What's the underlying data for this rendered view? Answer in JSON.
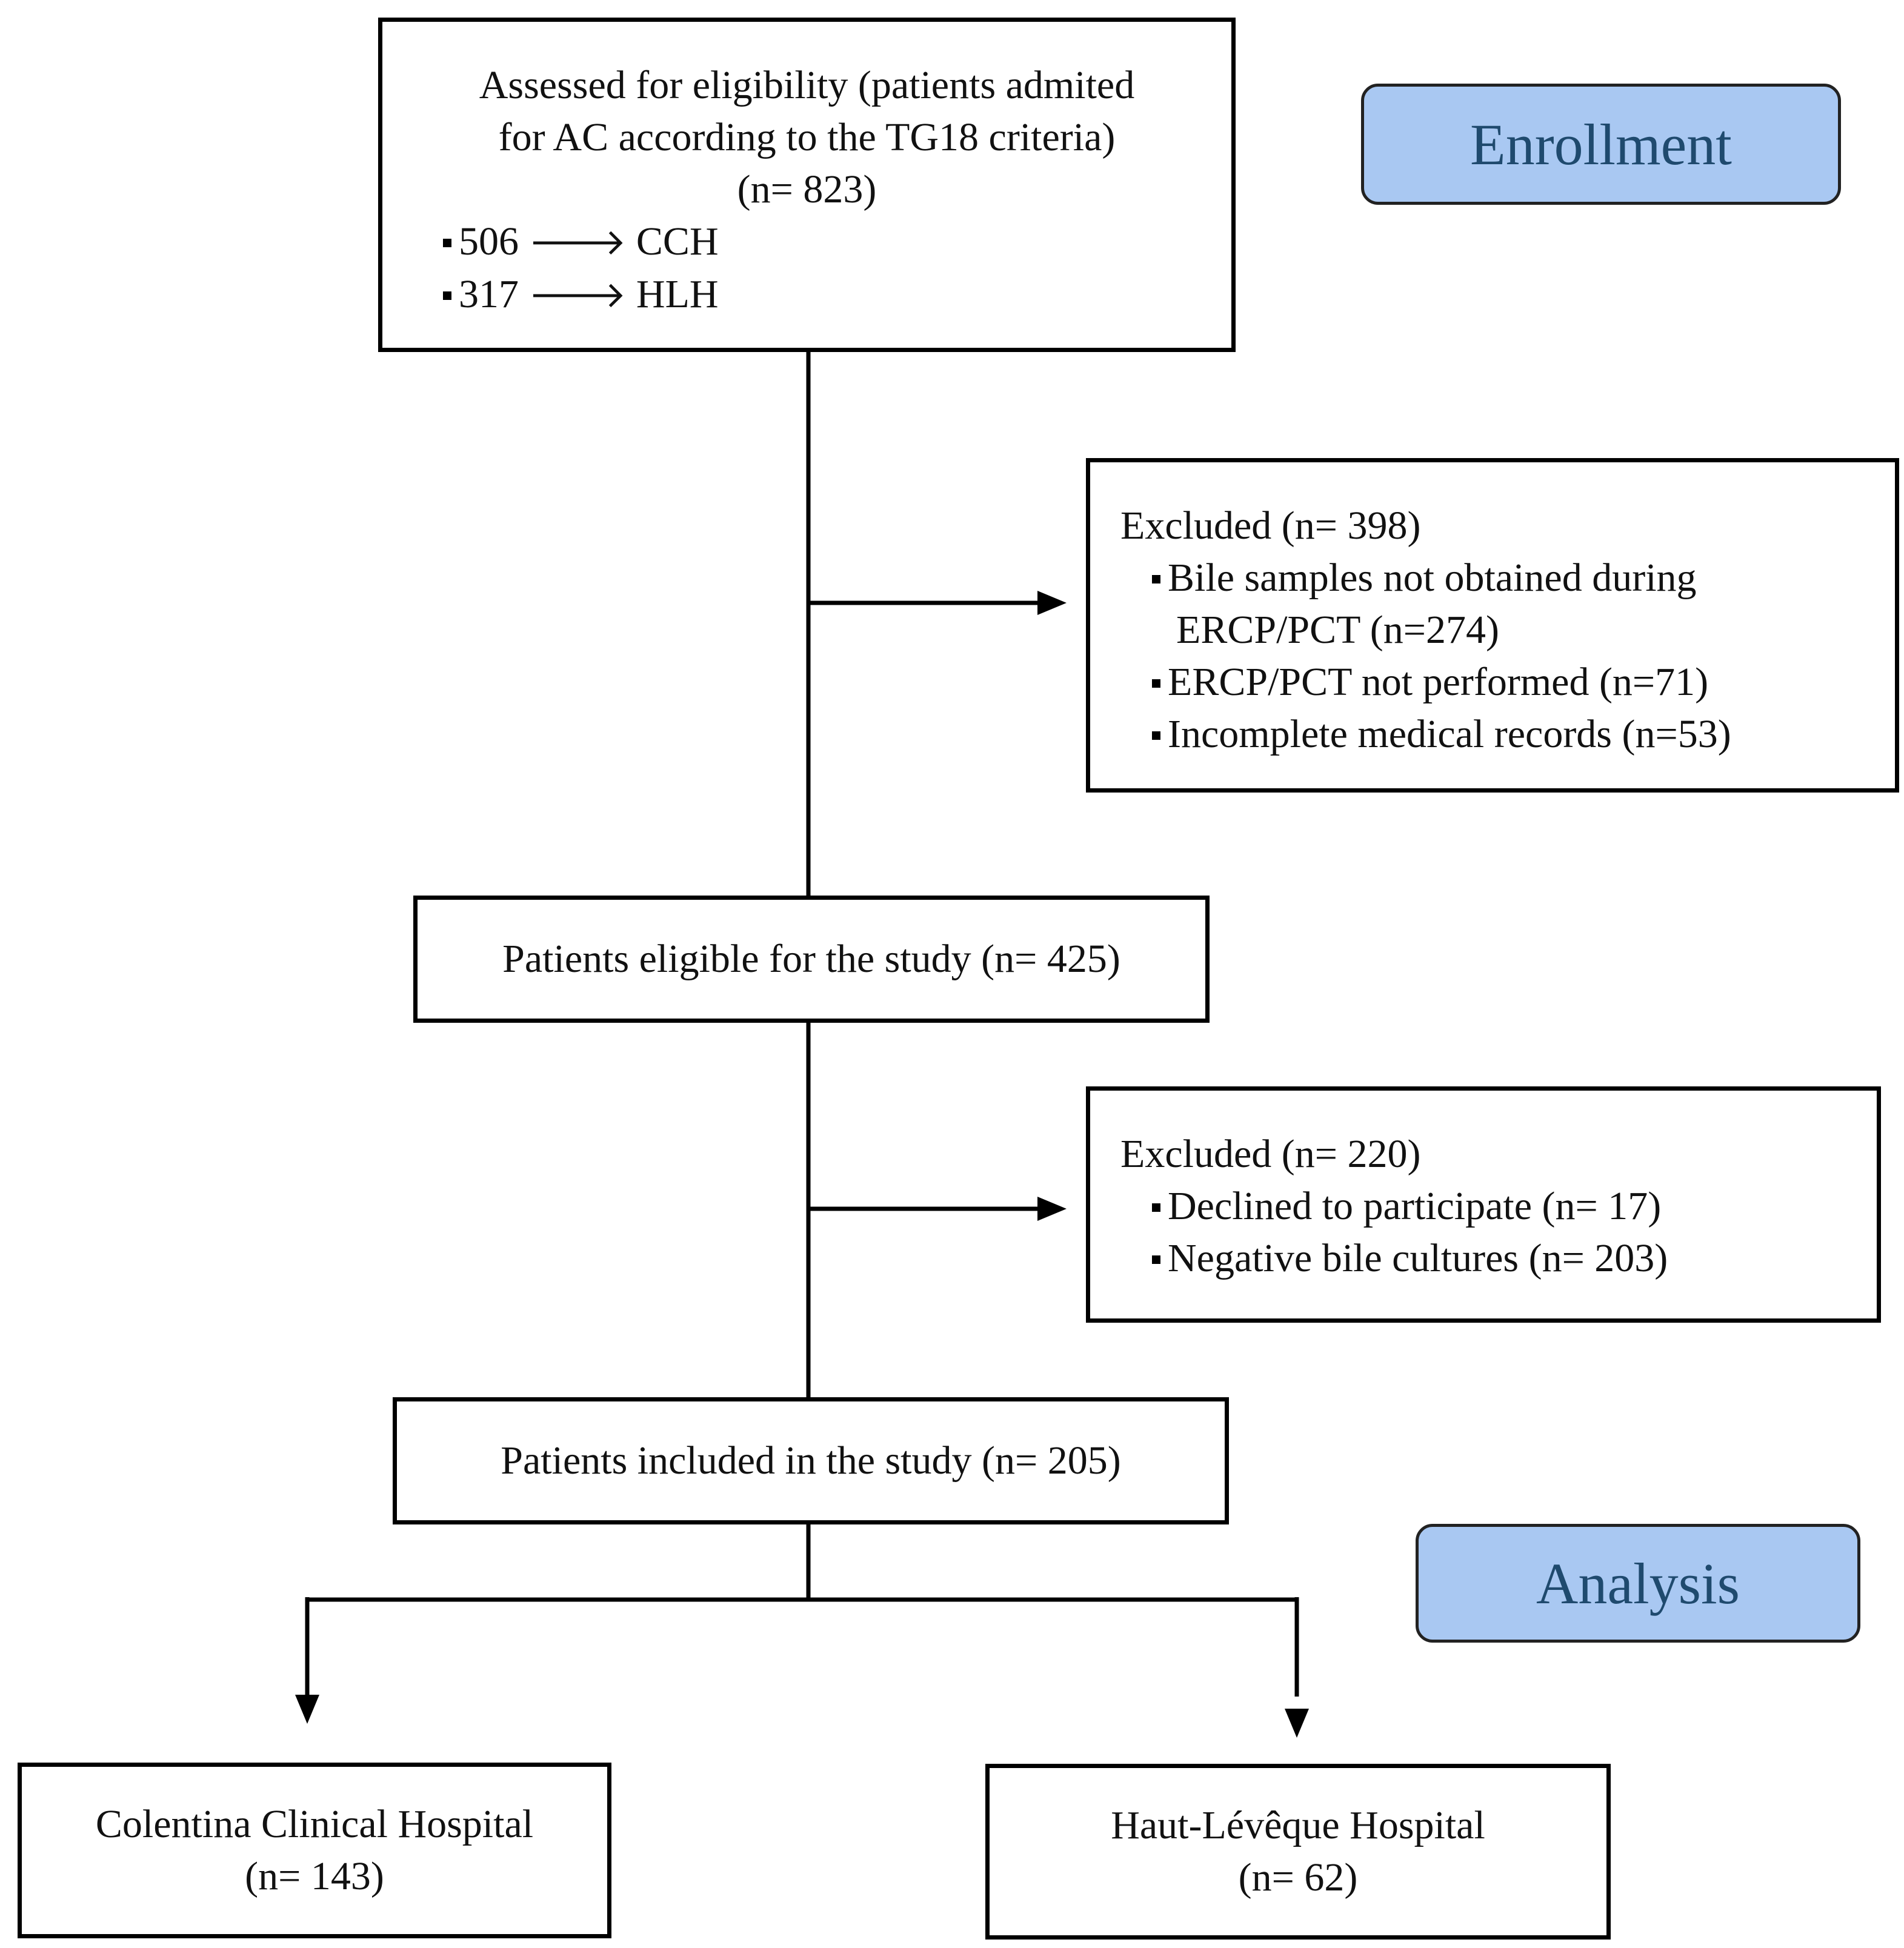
{
  "assessed": {
    "line1": "Assessed for eligibility (patients admited",
    "line2": "for AC according to the TG18 criteria)",
    "line3": "(n= 823)",
    "items": [
      {
        "count": "506",
        "arrow": "🡒",
        "label": "CCH"
      },
      {
        "count": "317",
        "arrow": "🡒",
        "label": "HLH"
      }
    ]
  },
  "stages": {
    "enrollment": "Enrollment",
    "analysis": "Analysis"
  },
  "excluded1": {
    "title": "Excluded  (n= 398)",
    "item1_line1": "Bile samples not obtained during",
    "item1_line2": "ERCP/PCT (n=274)",
    "item2": "ERCP/PCT not performed (n=71)",
    "item3": "Incomplete medical records (n=53)"
  },
  "eligible": {
    "text": "Patients eligible for the study (n= 425)"
  },
  "excluded2": {
    "title": "Excluded  (n= 220)",
    "item1": "Declined to participate (n= 17)",
    "item2": "Negative bile cultures (n= 203)"
  },
  "included": {
    "text": "Patients included in the study (n= 205)"
  },
  "colentina": {
    "line1": "Colentina Clinical Hospital",
    "line2": "(n= 143)"
  },
  "haut": {
    "line1": "Haut-Lévêque Hospital",
    "line2": "(n= 62)"
  }
}
